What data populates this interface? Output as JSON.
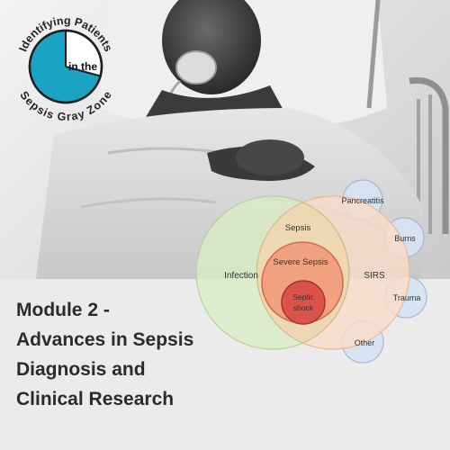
{
  "logo": {
    "arc_top": "Identifying Patients",
    "arc_bottom": "Sepsis Gray Zone",
    "center": "in the",
    "accent": "#1aa3c4"
  },
  "title_lines": [
    "Module 2 -",
    "Advances in Sepsis",
    "Diagnosis and",
    "Clinical Research"
  ],
  "diagram": {
    "infection": "Infection",
    "sirs": "SIRS",
    "sepsis": "Sepsis",
    "severe_sepsis": "Severe Sepsis",
    "septic_shock_1": "Septic",
    "septic_shock_2": "shock",
    "pancreatitis": "Pancreatitis",
    "burns": "Burns",
    "trauma": "Trauma",
    "other": "Other",
    "colors": {
      "infection": "#d9ecc6",
      "sirs": "#fadcc8",
      "severe": "#f1a17f",
      "shock": "#d9534a",
      "satellite": "#d5e3f5"
    }
  }
}
